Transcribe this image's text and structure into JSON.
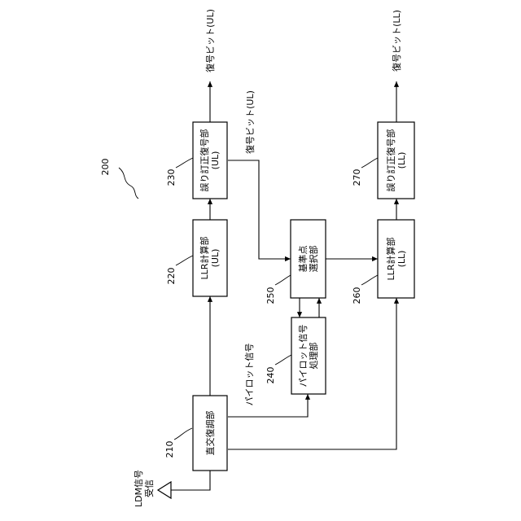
{
  "diagram_number": "200",
  "input": {
    "label_line1": "LDM信号",
    "label_line2": "受信"
  },
  "blocks": {
    "demod": {
      "ref": "210",
      "line1": "直交復調部"
    },
    "llr_ul": {
      "ref": "220",
      "line1": "LLR計算部",
      "line2": "(UL)"
    },
    "ecc_ul": {
      "ref": "230",
      "line1": "誤り訂正復号部",
      "line2": "(UL)"
    },
    "pilot": {
      "ref": "240",
      "line1": "パイロット信号",
      "line2": "処理部"
    },
    "ref_sel": {
      "ref": "250",
      "line1": "基準点",
      "line2": "選択部"
    },
    "llr_ll": {
      "ref": "260",
      "line1": "LLR計算部",
      "line2": "(LL)"
    },
    "ecc_ll": {
      "ref": "270",
      "line1": "誤り訂正復号部",
      "line2": "(LL)"
    }
  },
  "signals": {
    "pilot_signal": "パイロット信号",
    "decoded_ul_mid": "復号ビット(UL)",
    "decoded_ul_out": "復号ビット(UL)",
    "decoded_ll_out": "復号ビット(LL)"
  }
}
